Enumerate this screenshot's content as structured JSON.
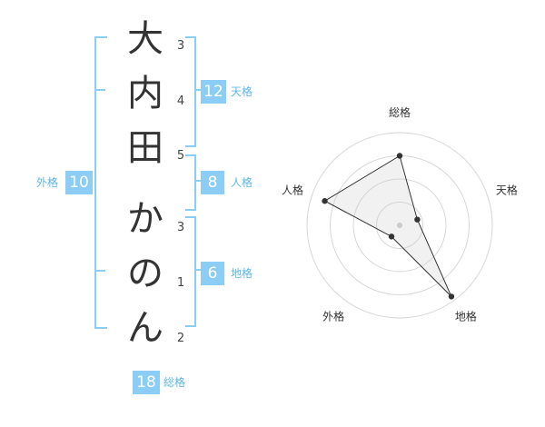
{
  "name": {
    "chars": [
      "大",
      "内",
      "田",
      "か",
      "の",
      "ん"
    ],
    "strokes": [
      "3",
      "4",
      "5",
      "3",
      "1",
      "2"
    ]
  },
  "fortune": {
    "tenkaku": {
      "value": "12",
      "label": "天格"
    },
    "jinkaku": {
      "value": "8",
      "label": "人格"
    },
    "chikaku": {
      "value": "6",
      "label": "地格"
    },
    "gaikaku": {
      "value": "10",
      "label": "外格"
    },
    "soukaku": {
      "value": "18",
      "label": "総格"
    }
  },
  "colors": {
    "accent": "#8ccdf5",
    "label": "#5db7ec",
    "text": "#333333"
  },
  "chart_data": {
    "type": "radar",
    "axes": [
      "総格",
      "天格",
      "地格",
      "外格",
      "人格"
    ],
    "values": [
      0.75,
      0.2,
      0.95,
      0.15,
      0.85
    ],
    "rings": 4,
    "range": [
      0,
      1
    ]
  }
}
